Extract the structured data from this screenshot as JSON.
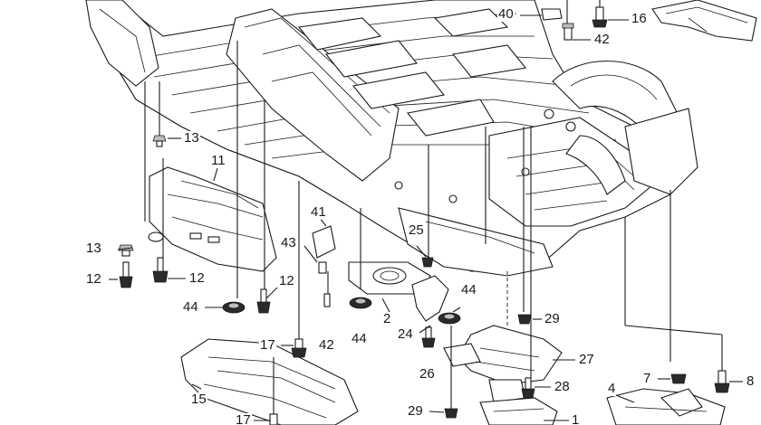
{
  "callouts": {
    "c40": "40",
    "c16": "16",
    "c42_top": "42",
    "c13_upper": "13",
    "c11": "11",
    "c41": "41",
    "c43": "43",
    "c25": "25",
    "c13_lower": "13",
    "c12_left": "12",
    "c12_mid": "12",
    "c12_right": "12",
    "c44_left": "44",
    "c44_mid": "44",
    "c44_right": "44",
    "c2": "2",
    "c24": "24",
    "c42_mid": "42",
    "c17_upper": "17",
    "c29_right": "29",
    "c27": "27",
    "c26": "26",
    "c28": "28",
    "c15": "15",
    "c7": "7",
    "c8": "8",
    "c4": "4",
    "c29_low": "29",
    "c1": "1",
    "c17_low": "17"
  }
}
